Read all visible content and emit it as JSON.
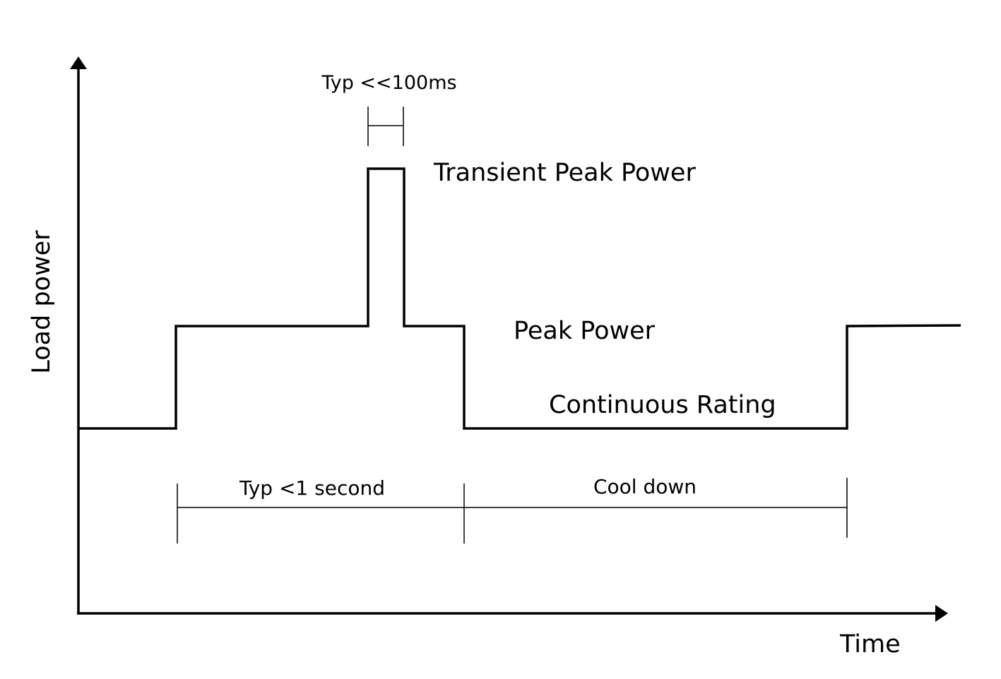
{
  "axes": {
    "y_label": "Load power",
    "x_label": "Time"
  },
  "levels": {
    "transient_peak": "Transient Peak Power",
    "peak": "Peak Power",
    "continuous": "Continuous Rating"
  },
  "durations": {
    "transient": "Typ <<100ms",
    "peak": "Typ <1 second",
    "cooldown": "Cool down"
  }
}
